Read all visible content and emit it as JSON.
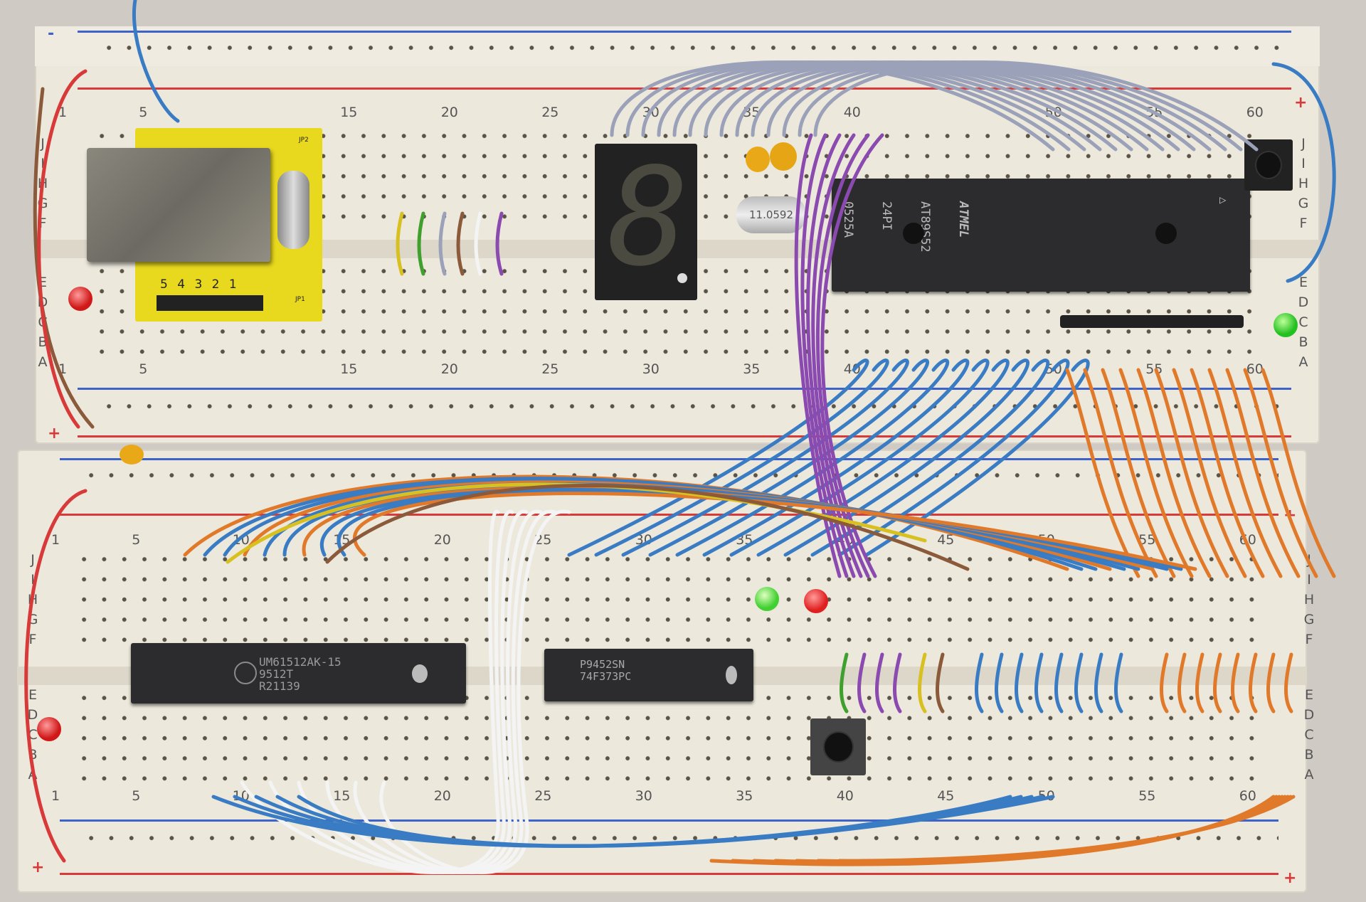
{
  "boards": [
    {
      "name": "top",
      "col_labels": [
        "1",
        "5",
        "15",
        "20",
        "25",
        "30",
        "35",
        "40",
        "50",
        "55",
        "60"
      ],
      "row_labels_upper": [
        "J",
        "I",
        "H",
        "G",
        "F"
      ],
      "row_labels_lower": [
        "E",
        "D",
        "C",
        "B",
        "A"
      ]
    },
    {
      "name": "bottom",
      "col_labels": [
        "1",
        "5",
        "10",
        "15",
        "20",
        "25",
        "30",
        "35",
        "40",
        "45",
        "50",
        "55",
        "60"
      ],
      "row_labels_upper": [
        "J",
        "I",
        "H",
        "G",
        "F"
      ],
      "row_labels_lower": [
        "E",
        "D",
        "C",
        "B",
        "A"
      ]
    }
  ],
  "rail_signs": {
    "minus": "-",
    "plus": "+"
  },
  "chips": {
    "mcu": {
      "logo": "ATMEL",
      "line1": "AT89S52",
      "line2": "24PI",
      "line3": "0525A",
      "marker": "▷"
    },
    "sram": {
      "line1": "UM61512AK-15",
      "line2": "9512T",
      "line3": "R21139"
    },
    "latch": {
      "line1": "P9452SN",
      "line2": "74F373PC"
    },
    "crystal": {
      "label": "11.0592"
    },
    "module": {
      "pins": "5 4 3 2 1",
      "jp1": "JP1",
      "jp2": "JP2"
    }
  },
  "seven_segment": {
    "digit": "8"
  },
  "colors": {
    "board": "#ece8dc",
    "blue_wire": "#3a7cc4",
    "orange_wire": "#e07a2a",
    "gray_wire": "#9aa1b8",
    "white_wire": "#f4f4f4",
    "purple_wire": "#8a4ab0",
    "green_wire": "#3fa02e",
    "yellow_wire": "#d8c020",
    "brown_wire": "#8a5a3a"
  }
}
